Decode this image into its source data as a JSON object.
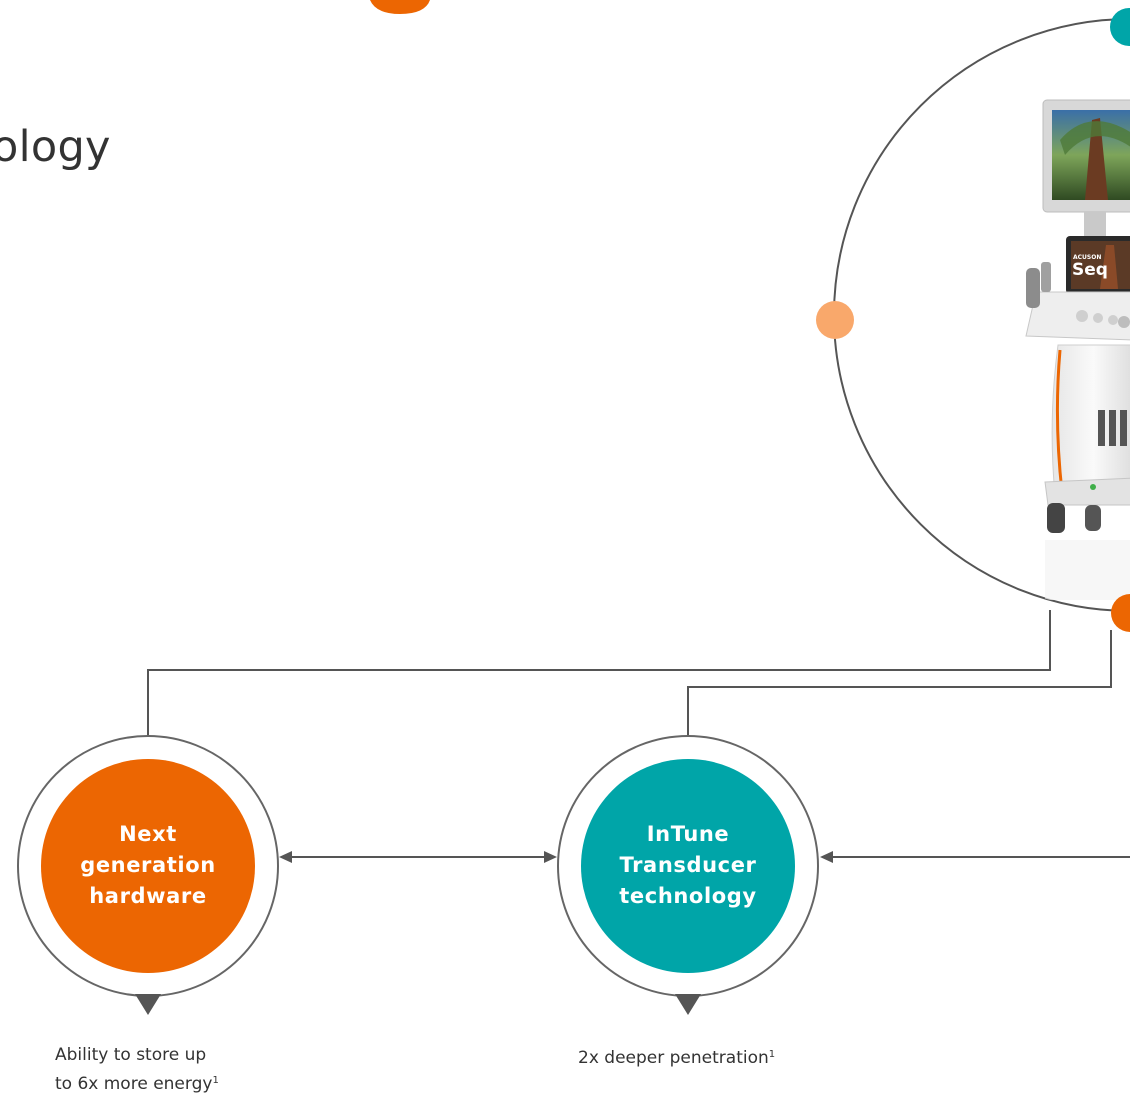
{
  "header": {
    "title_fragment": "ology"
  },
  "nodes": [
    {
      "id": "hardware",
      "lines": [
        "Next",
        "generation",
        "hardware"
      ],
      "color": "#ec6602",
      "caption": [
        "Ability to store up",
        "to 6x more energy"
      ],
      "caption_sup": "1"
    },
    {
      "id": "transducer",
      "lines": [
        "InTune",
        "Transducer",
        "technology"
      ],
      "color": "#00a5a8",
      "caption": [
        "2x deeper penetration"
      ],
      "caption_sup": "1"
    }
  ],
  "product": {
    "brand": "ACUSON",
    "name_fragment": "Seq"
  },
  "colors": {
    "orange": "#ec6602",
    "teal": "#00a5a8",
    "light_orange": "#f9a86b",
    "line": "#555555",
    "ring": "#666666"
  }
}
